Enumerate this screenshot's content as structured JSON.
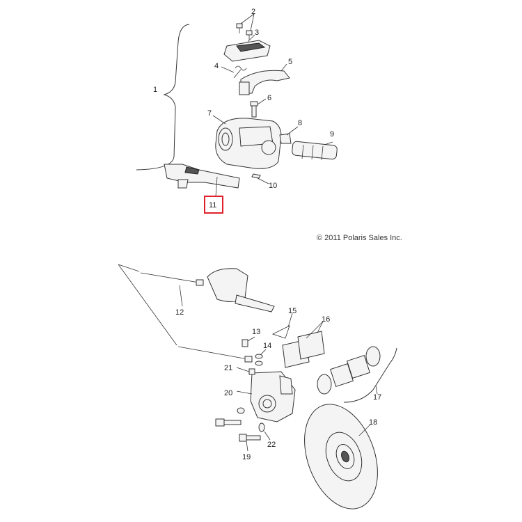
{
  "copyright": "© 2011 Polaris Sales Inc.",
  "callouts": {
    "c1": "1",
    "c2": "2",
    "c3": "3",
    "c4": "4",
    "c5": "5",
    "c6": "6",
    "c7": "7",
    "c8": "8",
    "c9": "9",
    "c10": "10",
    "c11": "11",
    "c12": "12",
    "c13": "13",
    "c14": "14",
    "c15": "15",
    "c16": "16",
    "c17": "17",
    "c18": "18",
    "c19": "19",
    "c20": "20",
    "c21": "21",
    "c22": "22"
  },
  "highlight": {
    "callout": "11",
    "color": "#e0212b"
  },
  "colors": {
    "line": "#333333",
    "background": "#ffffff"
  }
}
